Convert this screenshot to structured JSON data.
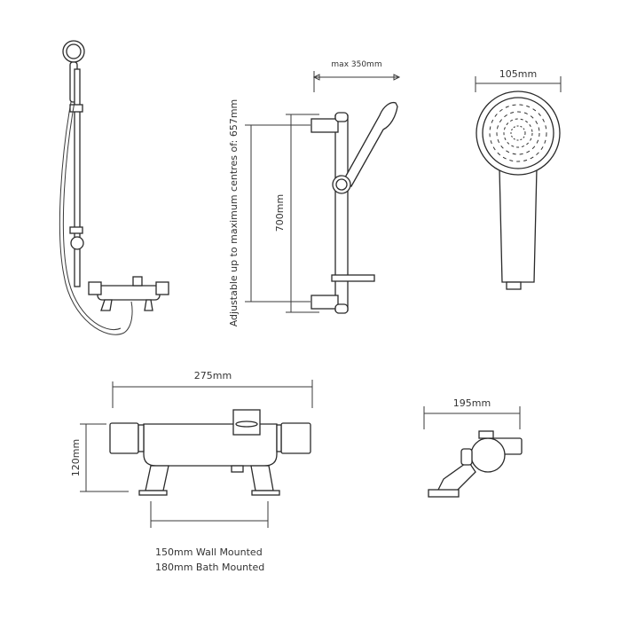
{
  "dimensions": {
    "max_reach": "max 350mm",
    "head_diameter": "105mm",
    "rail_length": "700mm",
    "rail_centres": "Adjustable up to maximum centres of: 657mm",
    "mixer_width": "275mm",
    "mixer_height": "120mm",
    "centres_wall": "150mm Wall Mounted",
    "centres_bath": "180mm Bath Mounted",
    "mixer_depth": "195mm"
  }
}
